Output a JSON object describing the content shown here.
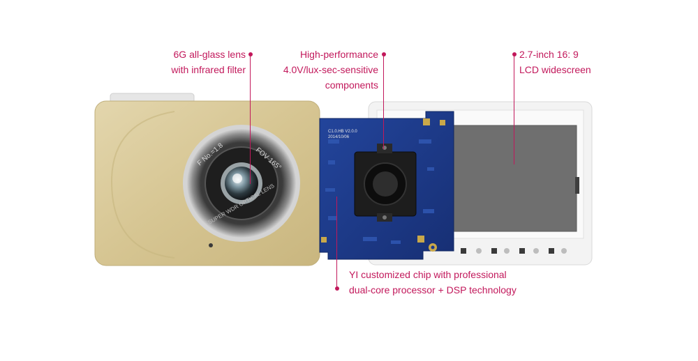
{
  "callouts": {
    "lens": {
      "line1": "6G all-glass lens",
      "line2": "with infrared filter"
    },
    "components": {
      "line1": "High-performance",
      "line2": "4.0V/lux-sec-sensitive",
      "line3": "components"
    },
    "screen": {
      "line1": "2.7-inch 16: 9",
      "line2": "LCD widescreen"
    },
    "chip": {
      "line1": "YI customized chip with professional",
      "line2": "dual-core processor + DSP technology"
    }
  },
  "lens_ring_text": {
    "top_left": "F No.=1.8",
    "top_right": "FOV 165°",
    "bottom": "SUPER WDR OPTICAL LENS"
  },
  "board_print": {
    "code": "C1.0.HB V2.0.0",
    "date": "2014/10/06"
  },
  "colors": {
    "accent": "#c2185b",
    "camera_body": "#d9c99a",
    "pcb_blue": "#1c3a8c",
    "frame_white": "#f2f2f2",
    "lcd_gray": "#6e6e6e"
  }
}
